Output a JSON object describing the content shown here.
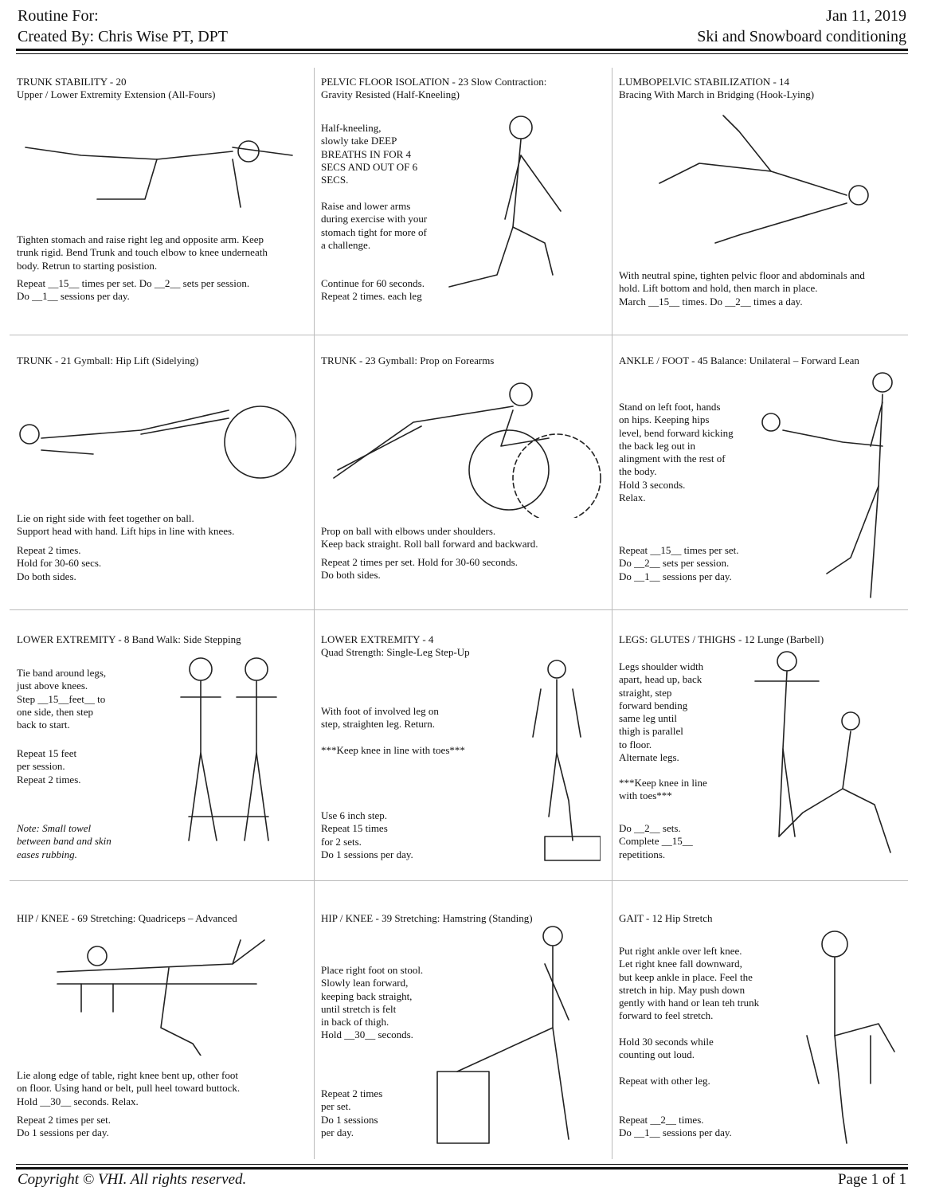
{
  "header": {
    "routine_for": "Routine For:",
    "created_by": "Created By: Chris Wise PT, DPT",
    "date": "Jan 11, 2019",
    "program": "Ski and Snowboard conditioning"
  },
  "exercises": [
    {
      "title": [
        "TRUNK STABILITY - 20",
        "Upper / Lower Extremity Extension (All-Fours)"
      ],
      "blocks": [
        [
          "Tighten stomach and raise right leg and opposite arm. Keep",
          "trunk rigid. Bend Trunk and touch elbow to knee underneath",
          "body. Retrun to starting posistion."
        ],
        [
          "Repeat __15__ times per set.  Do __2__ sets per session.",
          "Do __1__ sessions per day."
        ]
      ]
    },
    {
      "title": [
        "PELVIC FLOOR ISOLATION - 23  Slow Contraction:",
        "Gravity Resisted (Half-Kneeling)"
      ],
      "blocks": [
        [
          "Half-kneeling,",
          "slowly take DEEP",
          "BREATHS IN FOR 4",
          "SECS AND OUT OF 6",
          "SECS."
        ],
        [
          "Raise and lower arms",
          "during exercise with your",
          "stomach tight for more of",
          "a challenge."
        ],
        [
          "Continue for 60 seconds.",
          "Repeat 2 times. each leg"
        ]
      ]
    },
    {
      "title": [
        "LUMBOPELVIC STABILIZATION - 14",
        "Bracing With March in Bridging (Hook-Lying)"
      ],
      "blocks": [
        [
          "With neutral spine, tighten pelvic floor and abdominals and",
          "hold. Lift bottom and hold, then march in place.",
          "March __15__ times.  Do __2__ times a day."
        ]
      ]
    },
    {
      "title": [
        "TRUNK - 21  Gymball: Hip Lift (Sidelying)"
      ],
      "blocks": [
        [
          "Lie on right side with feet together on ball.",
          "Support head with hand. Lift hips in line with knees."
        ],
        [
          "Repeat 2 times.",
          "Hold for 30-60 secs.",
          "Do both sides."
        ]
      ]
    },
    {
      "title": [
        "TRUNK - 23  Gymball: Prop on Forearms"
      ],
      "blocks": [
        [
          "Prop on ball with elbows under shoulders.",
          "Keep back straight. Roll ball forward and backward."
        ],
        [
          "Repeat 2 times per set.  Hold for 30-60 seconds.",
          "Do both sides."
        ]
      ]
    },
    {
      "title": [
        "ANKLE / FOOT - 45  Balance: Unilateral – Forward Lean"
      ],
      "blocks": [
        [
          "Stand on left foot, hands",
          "on hips. Keeping hips",
          "level, bend forward  kicking",
          "the back leg out in",
          "alingment with the rest of",
          "the body.",
          "Hold 3 seconds.",
          "Relax."
        ],
        [
          "Repeat __15__ times per set.",
          "Do __2__ sets per session.",
          "Do __1__ sessions per day."
        ]
      ]
    },
    {
      "title": [
        "LOWER EXTREMITY - 8  Band Walk: Side Stepping"
      ],
      "blocks": [
        [
          "Tie band around legs,",
          " just above knees.",
          "Step __15__feet__ to",
          "one side, then step",
          "back to start."
        ],
        [
          "Repeat 15 feet",
          "per session.",
          "Repeat 2 times."
        ],
        [
          "Note: Small towel",
          "between band and skin",
          "eases rubbing."
        ]
      ]
    },
    {
      "title": [
        "LOWER EXTREMITY - 4",
        "Quad Strength: Single-Leg Step-Up"
      ],
      "blocks": [
        [
          "With foot of involved leg on",
          "step, straighten leg. Return."
        ],
        [
          "***Keep knee in line with toes***"
        ],
        [
          "Use 6 inch step.",
          "Repeat 15 times",
          "for 2 sets.",
          "Do 1 sessions per day."
        ]
      ]
    },
    {
      "title": [
        "LEGS: GLUTES / THIGHS - 12  Lunge (Barbell)"
      ],
      "blocks": [
        [
          "Legs shoulder width",
          "apart, head up, back",
          "straight, step",
          "forward bending",
          "same leg until",
          "thigh is parallel",
          "to floor.",
          "Alternate legs."
        ],
        [
          "***Keep knee in line",
          "with toes***"
        ],
        [
          "Do __2__ sets.",
          "Complete __15__",
          "repetitions."
        ]
      ]
    },
    {
      "title": [
        "HIP / KNEE - 69  Stretching: Quadriceps – Advanced"
      ],
      "blocks": [
        [
          "Lie along edge of table, right knee bent up, other foot",
          "on floor. Using hand or belt, pull heel toward buttock.",
          "Hold __30__ seconds. Relax."
        ],
        [
          "Repeat 2 times per set.",
          "Do 1 sessions per day."
        ]
      ]
    },
    {
      "title": [
        "HIP / KNEE - 39  Stretching: Hamstring (Standing)"
      ],
      "blocks": [
        [
          "Place right foot on stool.",
          "Slowly lean forward,",
          "keeping back straight,",
          "until stretch is felt",
          "in back of thigh.",
          "Hold __30__ seconds."
        ],
        [
          "Repeat 2 times",
          "per set.",
          "Do 1 sessions",
          "per day."
        ]
      ]
    },
    {
      "title": [
        "GAIT - 12  Hip Stretch"
      ],
      "blocks": [
        [
          "Put right ankle over left knee.",
          "Let right knee fall downward,",
          "but keep ankle in place. Feel the",
          "stretch in hip. May push down",
          "gently with hand or lean teh trunk",
          "forward to feel stretch."
        ],
        [
          "Hold 30 seconds while",
          "counting out loud."
        ],
        [
          "Repeat with other leg."
        ],
        [
          "Repeat __2__ times.",
          "Do __1__ sessions per day."
        ]
      ]
    }
  ],
  "footer": {
    "copyright": "Copyright © VHI. All rights reserved.",
    "page": "Page 1 of 1"
  }
}
